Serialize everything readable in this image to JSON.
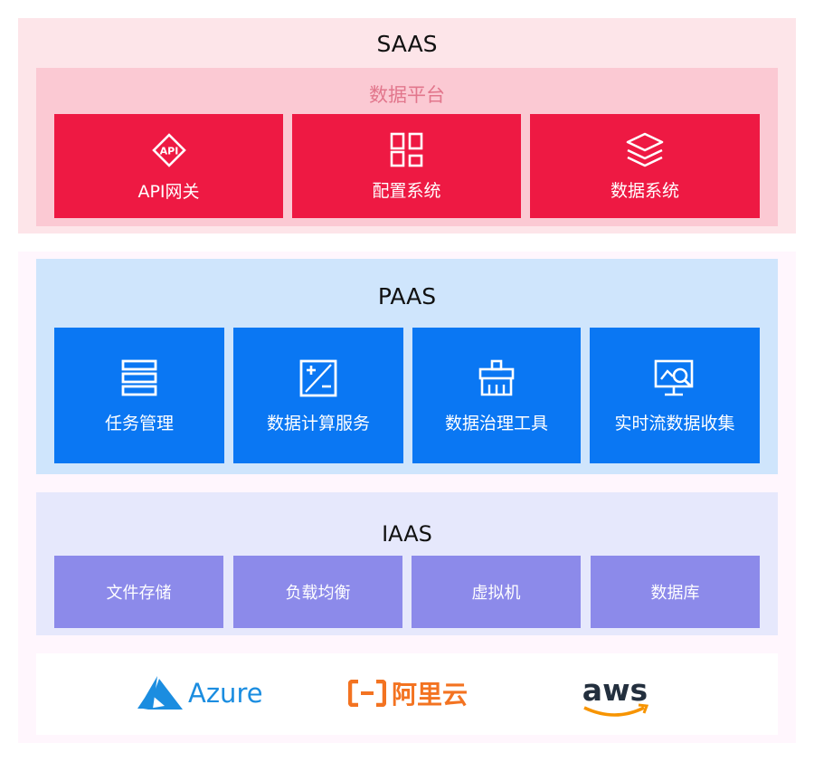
{
  "saas": {
    "title": "SAAS",
    "subtitle": "数据平台",
    "cards": [
      {
        "label": "API网关",
        "icon": "api-diamond-icon"
      },
      {
        "label": "配置系统",
        "icon": "grid-icon"
      },
      {
        "label": "数据系统",
        "icon": "layers-icon"
      }
    ]
  },
  "paas": {
    "title": "PAAS",
    "cards": [
      {
        "label": "任务管理",
        "icon": "list-icon"
      },
      {
        "label": "数据计算服务",
        "icon": "calculator-icon"
      },
      {
        "label": "数据治理工具",
        "icon": "brush-icon"
      },
      {
        "label": "实时流数据收集",
        "icon": "monitor-search-icon"
      }
    ]
  },
  "iaas": {
    "title": "IAAS",
    "cards": [
      {
        "label": "文件存储"
      },
      {
        "label": "负载均衡"
      },
      {
        "label": "虚拟机"
      },
      {
        "label": "数据库"
      }
    ]
  },
  "cloud": {
    "providers": [
      {
        "name": "Azure",
        "icon": "azure-logo-icon"
      },
      {
        "name": "阿里云",
        "icon": "alibaba-cloud-logo-icon"
      },
      {
        "name": "aws",
        "icon": "aws-logo-icon"
      }
    ]
  },
  "colors": {
    "saas_outer": "#fde5e9",
    "saas_inner": "#fbc9d3",
    "saas_card": "#ee1943",
    "paas_panel": "#cfe5fc",
    "paas_card": "#0a77f3",
    "iaas_panel": "#e6e8fc",
    "iaas_card": "#8c8aea",
    "azure": "#1b8de0",
    "alibaba": "#f37321"
  }
}
